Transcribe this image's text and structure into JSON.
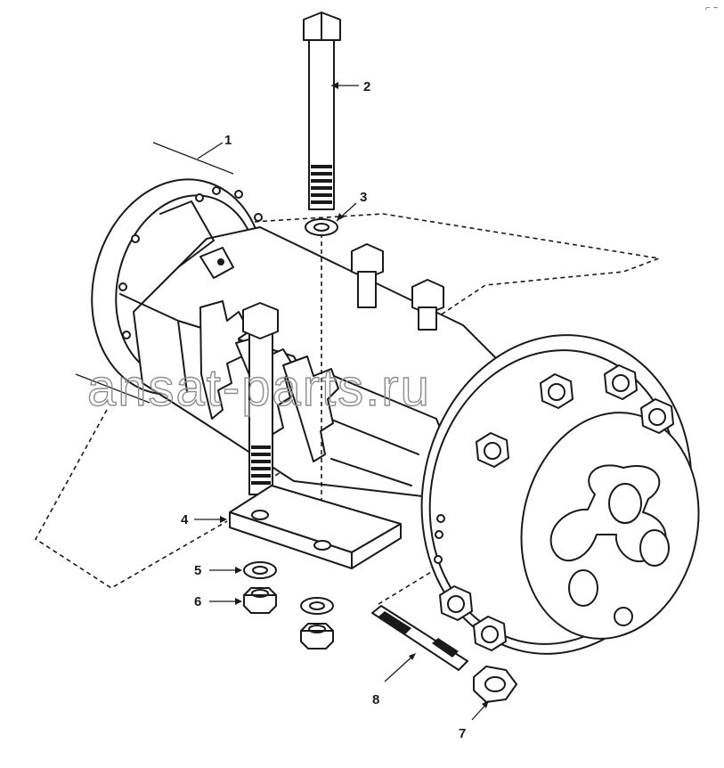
{
  "callouts": [
    "1",
    "2",
    "3",
    "4",
    "5",
    "6",
    "7",
    "8"
  ],
  "watermark": "ansat-parts.ru",
  "corner_mark": "⌐ ~",
  "icons": [
    "axle-housing",
    "u-bolt",
    "washer",
    "spring-plate",
    "washer",
    "hex-nut",
    "wheel-nut",
    "wheel-stud"
  ]
}
